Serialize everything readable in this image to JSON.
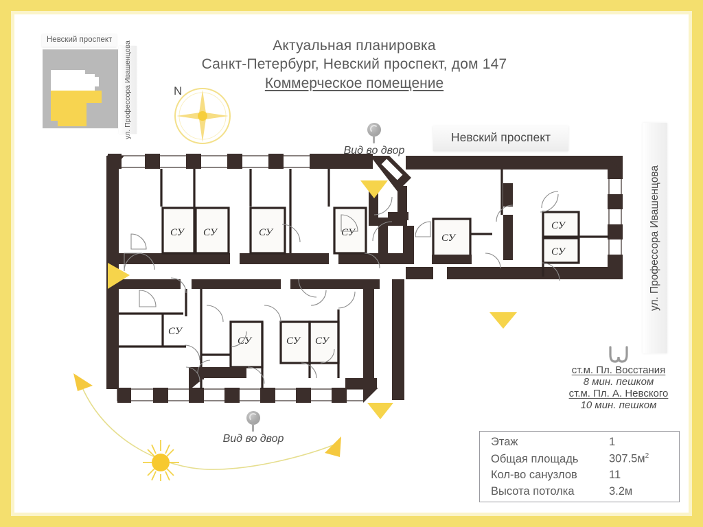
{
  "document": {
    "title_line1": "Актуальная планировка",
    "title_line2": "Санкт-Петербург, Невский проспект, дом 147",
    "title_line3": "Коммерческое помещение"
  },
  "minimap": {
    "top_street_label": "Невский проспект",
    "side_street_label": "ул. Профессора Ивашенцова",
    "building_color": "#B9B9B9",
    "highlight_color": "#F7D450"
  },
  "compass": {
    "north_label": "N",
    "color": "#F2C94C"
  },
  "streets": {
    "nevsky_banner": "Невский проспект",
    "ivashentsova_vertical": "ул. Профессора Ивашенцова"
  },
  "courtyard_views": [
    {
      "label": "Вид во двор",
      "icon": "map-pin-icon"
    },
    {
      "label": "Вид во двор",
      "icon": "map-pin-icon"
    }
  ],
  "metro": {
    "icon": "metro-icon",
    "stations": [
      {
        "name": "ст.м. Пл. Восстания",
        "walk": "8 мин. пешком"
      },
      {
        "name": "ст.м. Пл. А. Невского",
        "walk": "10 мин. пешком"
      }
    ]
  },
  "info_table": {
    "rows": [
      {
        "key": "Этаж",
        "value": "1"
      },
      {
        "key": "Общая площадь",
        "value": "307.5м",
        "sup": "2"
      },
      {
        "key": "Кол-во санузлов",
        "value": "11"
      },
      {
        "key": "Высота потолка",
        "value": "3.2м"
      }
    ]
  },
  "plan": {
    "room_label": "СУ",
    "wall_color": "#3B2E2B",
    "entrance_marker_color": "#F6D44B",
    "bathroom_labels": [
      "СУ",
      "СУ",
      "СУ",
      "СУ",
      "СУ",
      "СУ",
      "СУ",
      "СУ",
      "СУ",
      "СУ",
      "СУ"
    ]
  },
  "sun": {
    "icon": "sun-icon",
    "path_color": "#E9E08A",
    "arrow_color": "#F6C945"
  },
  "frame": {
    "border_color": "#F4DF6E",
    "inner_color": "#FBF4C9"
  }
}
